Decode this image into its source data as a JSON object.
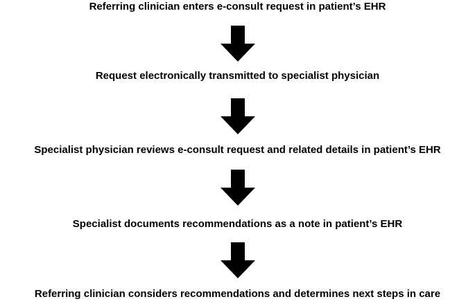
{
  "flowchart": {
    "steps": [
      {
        "text": "Referring clinician enters e-consult request in patient’s EHR"
      },
      {
        "text": "Request electronically transmitted to specialist physician"
      },
      {
        "text": "Specialist physician reviews e-consult request and related details in patient’s EHR"
      },
      {
        "text": "Specialist documents recommendations as a note in patient’s EHR"
      },
      {
        "text": "Referring clinician considers recommendations and determines next steps in care"
      }
    ],
    "arrow_icon": "down-arrow-icon",
    "colors": {
      "text": "#000000",
      "arrow": "#000000",
      "background": "#ffffff"
    }
  }
}
